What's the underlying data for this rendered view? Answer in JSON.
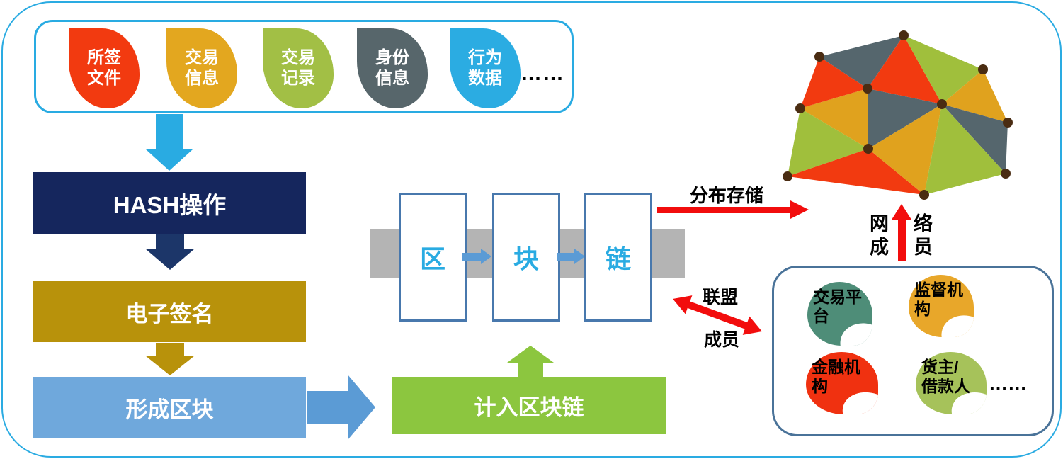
{
  "colors": {
    "accent_cyan": "#29abe2",
    "hash_navy": "#15265d",
    "sign_gold": "#b8920b",
    "form_light_blue": "#6fa8dc",
    "record_green": "#8cc63f",
    "flow_arrow_blue": "#5b9bd5",
    "annotation_red": "#f20d0d",
    "chain_band_gray": "#b4b4b4",
    "chain_box_border": "#4878ad",
    "members_panel_border": "#4a7399",
    "mesh_red": "#f23a10",
    "mesh_gold": "#e0a21e",
    "mesh_olive": "#a0bf3c",
    "mesh_slate": "#55666d",
    "mesh_node_brown": "#4a2c12"
  },
  "data_sources_panel": {
    "items": [
      {
        "name": "signed-files",
        "lines": [
          "所签",
          "文件"
        ],
        "color": "#f23a10"
      },
      {
        "name": "transaction-info",
        "lines": [
          "交易",
          "信息"
        ],
        "color": "#e3a71f"
      },
      {
        "name": "transaction-records",
        "lines": [
          "交易",
          "记录"
        ],
        "color": "#a2bf45"
      },
      {
        "name": "identity-info",
        "lines": [
          "身份",
          "信息"
        ],
        "color": "#57666b"
      },
      {
        "name": "behavior-data",
        "lines": [
          "行为",
          "数据"
        ],
        "color": "#2bace2"
      }
    ],
    "ellipsis": "……"
  },
  "process_flow": {
    "hash_label": "HASH操作",
    "sign_label": "电子签名",
    "form_block_label": "形成区块",
    "record_chain_label": "计入区块链"
  },
  "blockchain_chain": {
    "items": [
      "区",
      "块",
      "链"
    ]
  },
  "annotations": {
    "distributed_storage": "分布存储",
    "network_members": {
      "label": "网络成员",
      "col_left": "网成",
      "col_right": "络员"
    },
    "alliance_members": {
      "label": "联盟成员",
      "top": "联盟",
      "bottom": "成员"
    }
  },
  "members_panel": {
    "items": [
      {
        "name": "trading-platform",
        "lines": [
          "交易平",
          "台"
        ],
        "color": "#4e8d78"
      },
      {
        "name": "supervision-agency",
        "lines": [
          "监督机",
          "构"
        ],
        "color": "#e8a72a"
      },
      {
        "name": "financial-institution",
        "lines": [
          "金融机",
          "构"
        ],
        "color": "#f03110"
      },
      {
        "name": "cargo-owner-borrower",
        "lines": [
          "货主/",
          "借款人"
        ],
        "color": "#a6c25a"
      }
    ],
    "ellipsis": "……"
  }
}
